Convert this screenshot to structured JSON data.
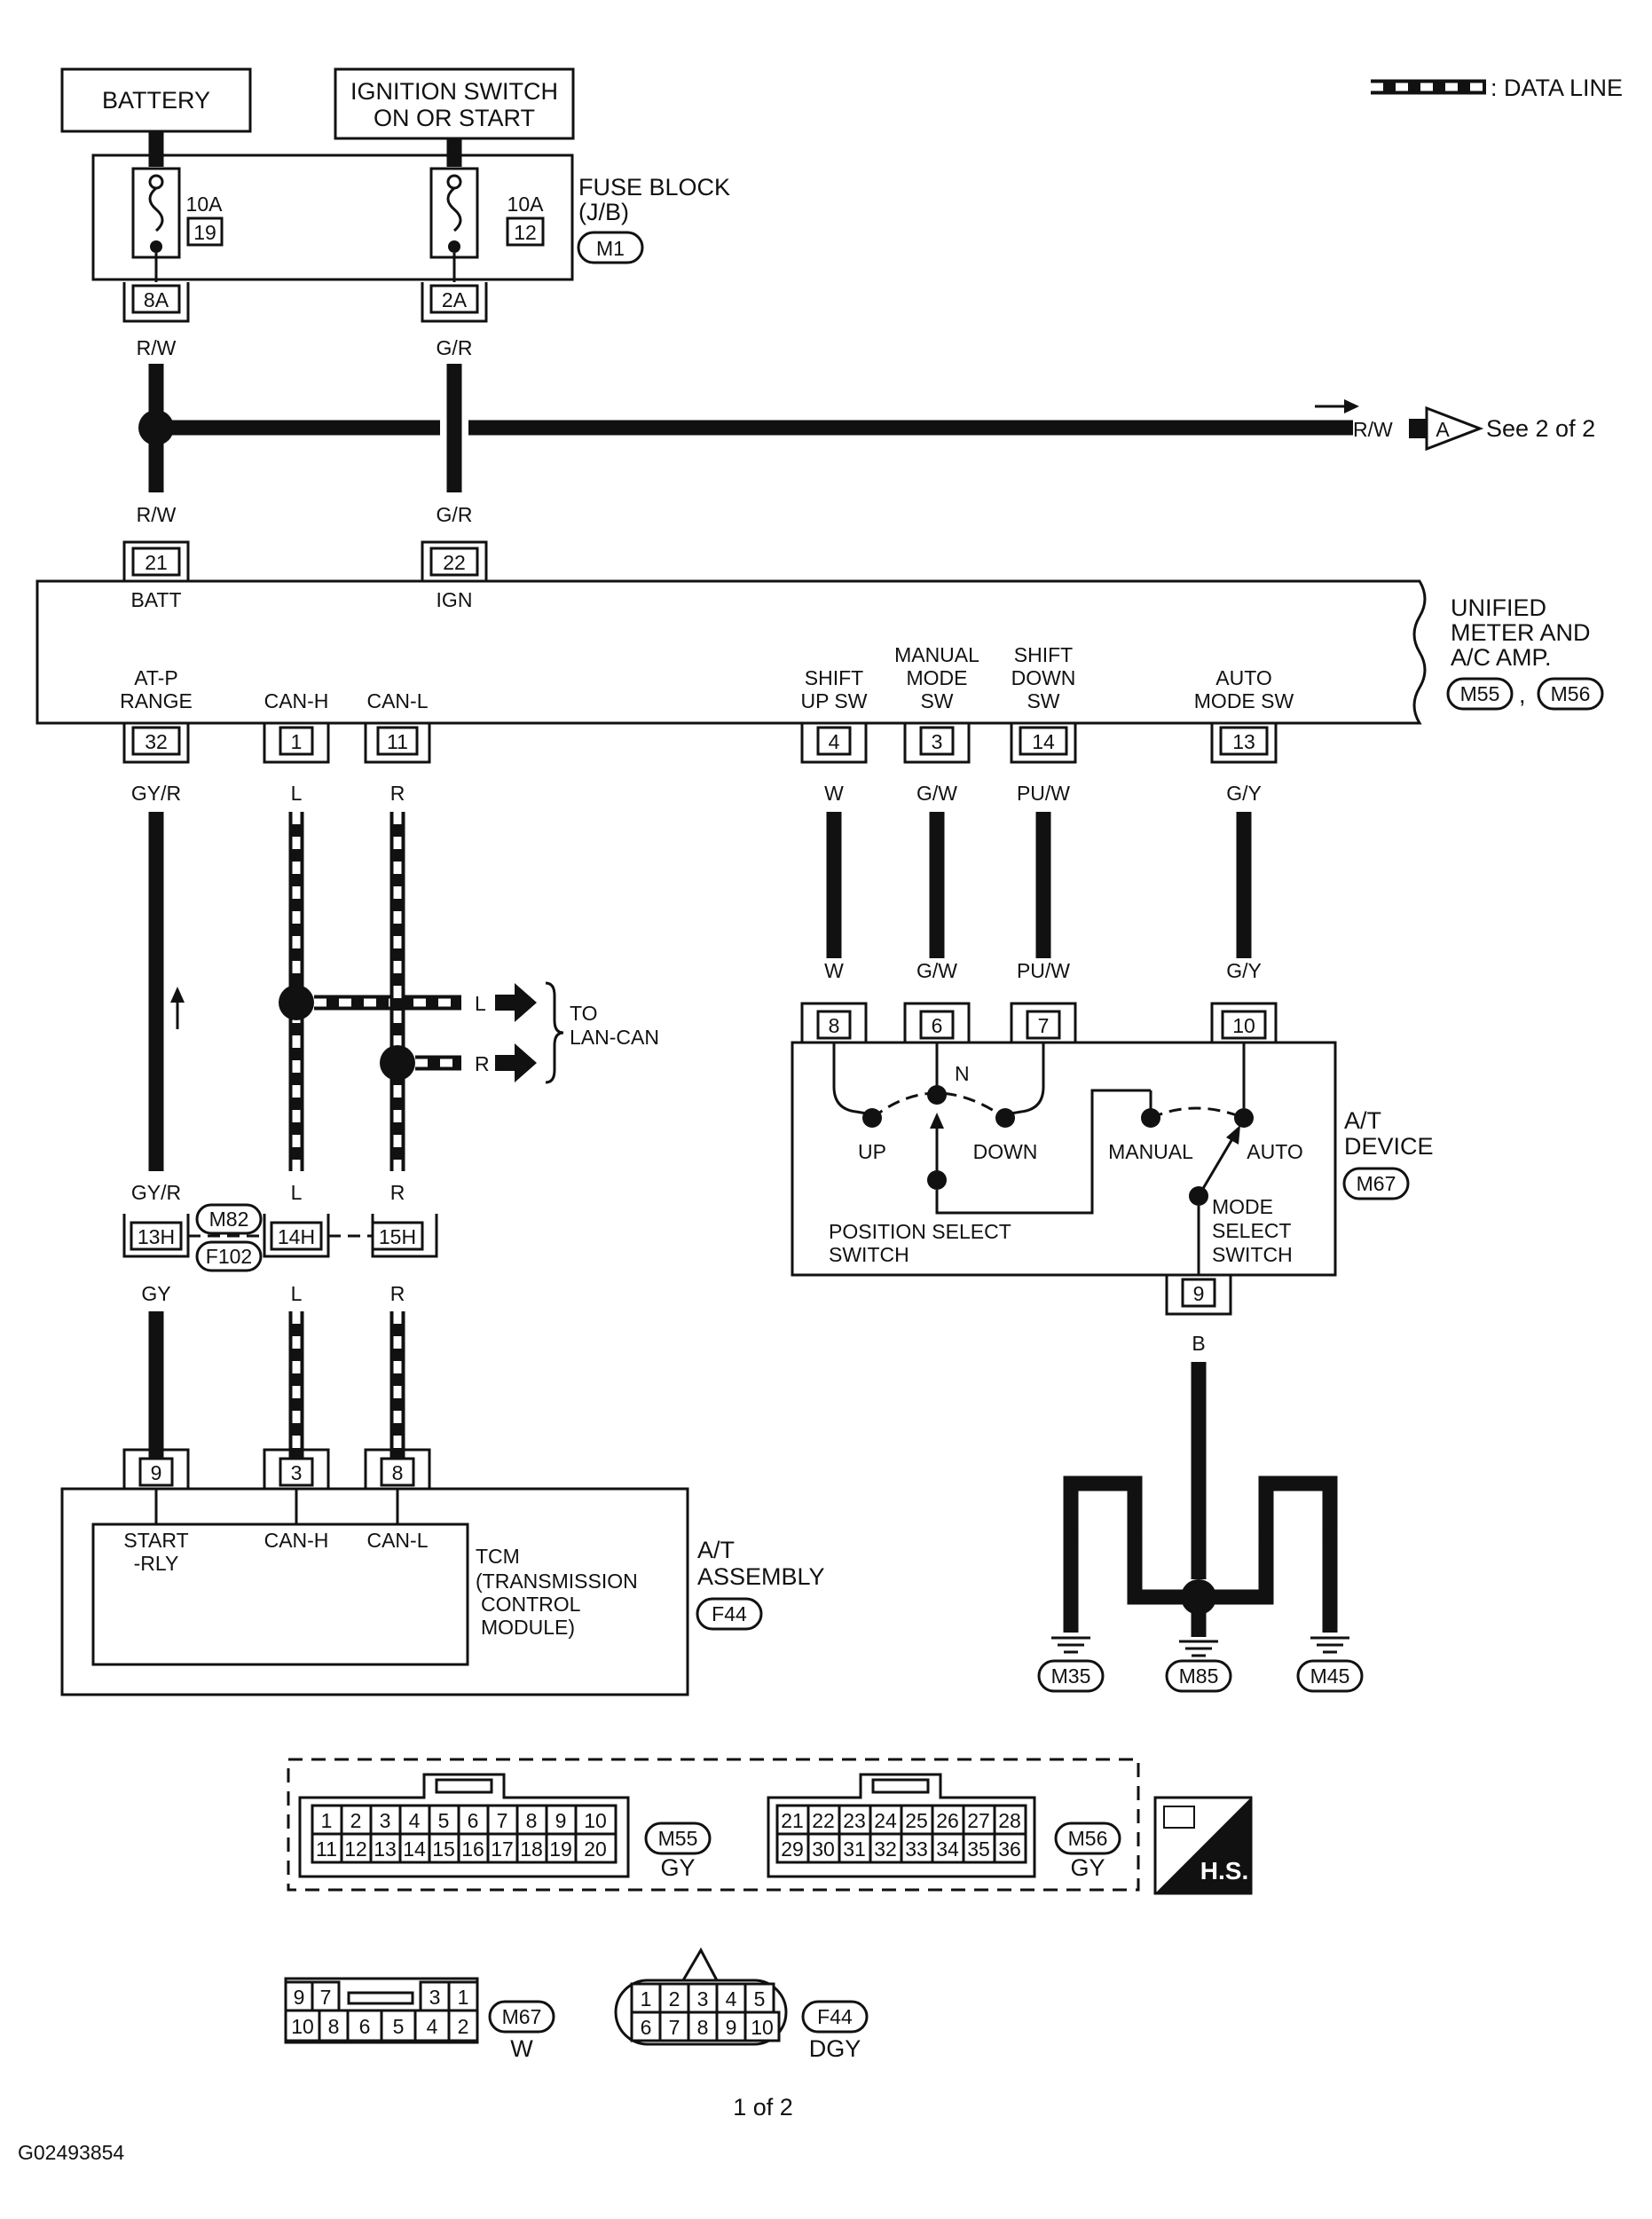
{
  "legend": {
    "data_line": ": DATA LINE"
  },
  "sources": {
    "battery": "BATTERY",
    "ignition_line1": "IGNITION SWITCH",
    "ignition_line2": "ON OR START"
  },
  "fuse_block": {
    "title_line1": "FUSE BLOCK",
    "title_line2": "(J/B)",
    "connector": "M1",
    "fuse_19": {
      "rating": "10A",
      "number": "19",
      "terminal": "8A"
    },
    "fuse_12": {
      "rating": "10A",
      "number": "12",
      "terminal": "2A"
    }
  },
  "wires": {
    "rw": "R/W",
    "gr": "G/R",
    "gyr": "GY/R",
    "gy": "GY",
    "l": "L",
    "r": "R",
    "w": "W",
    "gw": "G/W",
    "puw": "PU/W",
    "gyy": "G/Y",
    "b": "B"
  },
  "offpage": {
    "wire": "R/W",
    "letter": "A",
    "text": "See 2 of 2"
  },
  "meter": {
    "title_line1": "UNIFIED",
    "title_line2": "METER AND",
    "title_line3": "A/C AMP.",
    "connectors": [
      "M55",
      "M56"
    ],
    "sep": ",",
    "terminals": {
      "batt": {
        "num": "21",
        "label": "BATT"
      },
      "ign": {
        "num": "22",
        "label": "IGN"
      },
      "atp": {
        "num": "32",
        "label1": "AT-P",
        "label2": "RANGE"
      },
      "canh": {
        "num": "1",
        "label": "CAN-H"
      },
      "canl": {
        "num": "11",
        "label": "CAN-L"
      },
      "shiftup": {
        "num": "4",
        "label1": "SHIFT",
        "label2": "UP SW"
      },
      "manual": {
        "num": "3",
        "label1": "MANUAL",
        "label2": "MODE",
        "label3": "SW"
      },
      "shiftdown": {
        "num": "14",
        "label1": "SHIFT",
        "label2": "DOWN",
        "label3": "SW"
      },
      "auto": {
        "num": "13",
        "label1": "AUTO",
        "label2": "MODE SW"
      }
    }
  },
  "lan_can": {
    "line1": "TO",
    "line2": "LAN-CAN",
    "l": "L",
    "r": "R"
  },
  "joint": {
    "t13": "13H",
    "t14": "14H",
    "t15": "15H",
    "c1": "M82",
    "c2": "F102"
  },
  "tcm": {
    "pins": [
      "9",
      "3",
      "8"
    ],
    "start1": "START",
    "start2": "-RLY",
    "canh": "CAN-H",
    "canl": "CAN-L",
    "name1": "TCM",
    "name2": "(TRANSMISSION",
    "name3": "CONTROL",
    "name4": "MODULE)",
    "asm1": "A/T",
    "asm2": "ASSEMBLY",
    "connector": "F44"
  },
  "at_device": {
    "pins": [
      "8",
      "6",
      "7",
      "10",
      "9"
    ],
    "n": "N",
    "up": "UP",
    "down": "DOWN",
    "manual": "MANUAL",
    "auto": "AUTO",
    "pos1": "POSITION SELECT",
    "pos2": "SWITCH",
    "mode1": "MODE",
    "mode2": "SELECT",
    "mode3": "SWITCH",
    "title1": "A/T",
    "title2": "DEVICE",
    "connector": "M67"
  },
  "grounds": [
    "M35",
    "M85",
    "M45"
  ],
  "connector_views": {
    "m55": {
      "row1": [
        "1",
        "2",
        "3",
        "4",
        "5",
        "6",
        "7",
        "8",
        "9",
        "10"
      ],
      "row2": [
        "11",
        "12",
        "13",
        "14",
        "15",
        "16",
        "17",
        "18",
        "19",
        "20"
      ],
      "id": "M55",
      "color": "GY"
    },
    "m56": {
      "row1": [
        "21",
        "22",
        "23",
        "24",
        "25",
        "26",
        "27",
        "28"
      ],
      "row2": [
        "29",
        "30",
        "31",
        "32",
        "33",
        "34",
        "35",
        "36"
      ],
      "id": "M56",
      "color": "GY"
    },
    "m67": {
      "row1": [
        "9",
        "7",
        "3",
        "1"
      ],
      "row2": [
        "10",
        "8",
        "6",
        "5",
        "4",
        "2"
      ],
      "id": "M67",
      "color": "W"
    },
    "f44": {
      "row1": [
        "1",
        "2",
        "3",
        "4",
        "5"
      ],
      "row2": [
        "6",
        "7",
        "8",
        "9",
        "10"
      ],
      "id": "F44",
      "color": "DGY"
    },
    "hs": "H.S."
  },
  "page": "1 of 2",
  "figure_id": "G02493854"
}
